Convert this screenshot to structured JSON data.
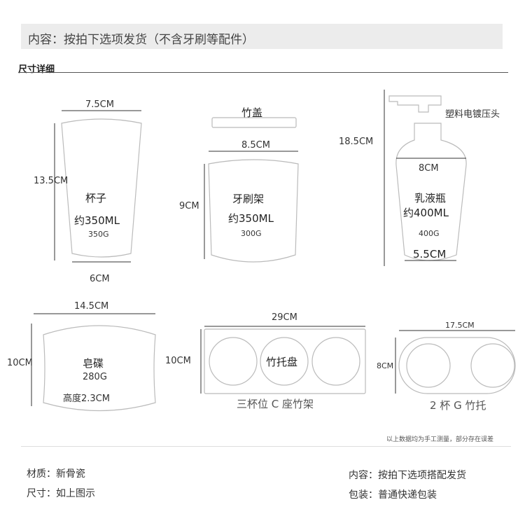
{
  "header": {
    "content_text": "内容：按拍下选项发货（不含牙刷等配件）"
  },
  "section": {
    "title": "尺寸详细"
  },
  "cup": {
    "top_width": "7.5CM",
    "height": "13.5CM",
    "name": "杯子",
    "capacity": "约350ML",
    "weight": "350G",
    "bottom_width": "6CM"
  },
  "toothbrush_holder": {
    "lid_label": "竹盖",
    "width": "8.5CM",
    "height": "9CM",
    "name": "牙刷架",
    "capacity": "约350ML",
    "weight": "300G"
  },
  "lotion_bottle": {
    "pump_label": "塑料电镀压头",
    "height": "18.5CM",
    "width": "8CM",
    "name": "乳液瓶",
    "capacity": "约400ML",
    "weight": "400G",
    "bottom_width": "5.5CM"
  },
  "soap_dish": {
    "width": "14.5CM",
    "height": "10CM",
    "name": "皂碟",
    "weight": "280G",
    "depth": "高度2.3CM"
  },
  "tray_three": {
    "width": "29CM",
    "height": "10CM",
    "name": "竹托盘",
    "caption": "三杯位 C 座竹架"
  },
  "tray_two": {
    "width": "17.5CM",
    "height": "8CM",
    "caption": "2 杯 G 竹托"
  },
  "note": "以上数据均为手工测量，部分存在误差",
  "footer": {
    "material": "材质：新骨瓷",
    "size": "尺寸：如上图示",
    "content": "内容：按拍下选项搭配发货",
    "packaging": "包装：普通快递包装"
  }
}
